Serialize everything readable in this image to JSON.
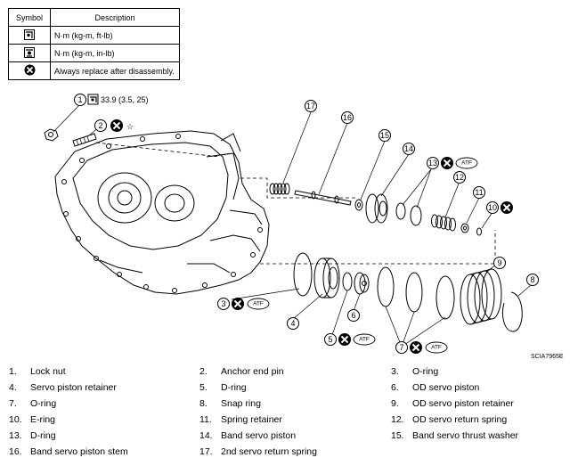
{
  "legend": {
    "header_symbol": "Symbol",
    "header_description": "Description",
    "rows": [
      {
        "icon": "torque-ft-lb-icon",
        "description": "N·m (kg-m, ft-lb)"
      },
      {
        "icon": "torque-in-lb-icon",
        "description": "N·m (kg-m, in-lb)"
      },
      {
        "icon": "always-replace-icon",
        "description": "Always replace after disassembly."
      }
    ]
  },
  "figure": {
    "callouts": [
      "1",
      "2",
      "3",
      "4",
      "5",
      "6",
      "7",
      "8",
      "9",
      "10",
      "11",
      "12",
      "13",
      "14",
      "15",
      "16",
      "17"
    ],
    "torque_value": "33.9 (3.5, 25)",
    "star": "☆",
    "atf": "ATF",
    "code": "SCIA7965E"
  },
  "parts": [
    [
      {
        "num": "1.",
        "name": "Lock nut"
      },
      {
        "num": "2.",
        "name": "Anchor end pin"
      },
      {
        "num": "3.",
        "name": "O-ring"
      }
    ],
    [
      {
        "num": "4.",
        "name": "Servo piston retainer"
      },
      {
        "num": "5.",
        "name": "D-ring"
      },
      {
        "num": "6.",
        "name": "OD servo piston"
      }
    ],
    [
      {
        "num": "7.",
        "name": "O-ring"
      },
      {
        "num": "8.",
        "name": "Snap ring"
      },
      {
        "num": "9.",
        "name": "OD servo piston retainer"
      }
    ],
    [
      {
        "num": "10.",
        "name": "E-ring"
      },
      {
        "num": "11.",
        "name": "Spring retainer"
      },
      {
        "num": "12.",
        "name": "OD servo return spring"
      }
    ],
    [
      {
        "num": "13.",
        "name": "D-ring"
      },
      {
        "num": "14.",
        "name": "Band servo piston"
      },
      {
        "num": "15.",
        "name": "Band servo thrust washer"
      }
    ],
    [
      {
        "num": "16.",
        "name": "Band servo piston stem"
      },
      {
        "num": "17.",
        "name": "2nd servo return spring"
      }
    ]
  ]
}
